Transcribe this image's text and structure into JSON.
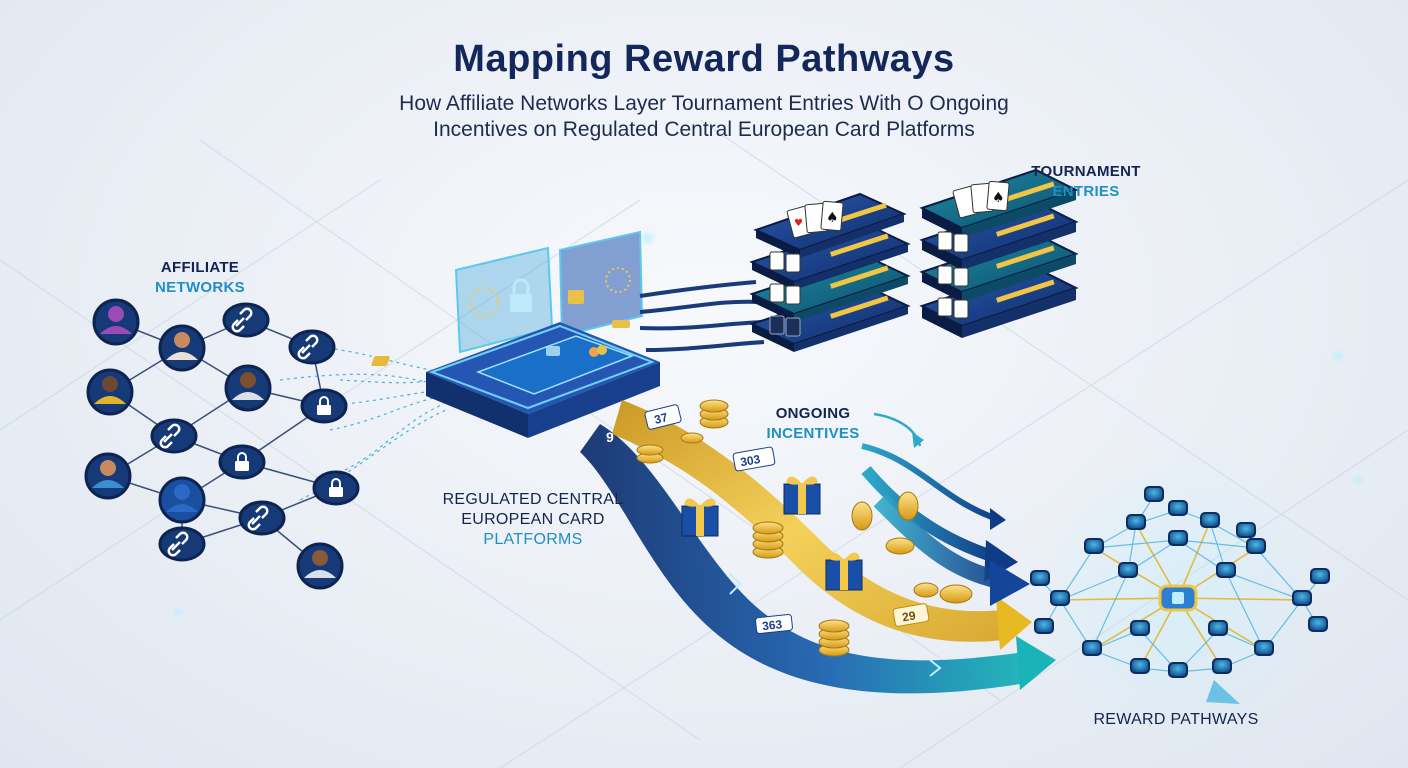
{
  "title": "Mapping Reward Pathways",
  "subtitle_line1": "How Affiliate Networks Layer Tournament Entries With O Ongoing",
  "subtitle_line2": "Incentives on Regulated Central European Card Platforms",
  "labels": {
    "affiliate_line1": "AFFILIATE",
    "affiliate_line2": "NETWORKS",
    "tournament_line1": "TOURNAMENT",
    "tournament_line2": "ENTRIES",
    "ongoing_line1": "ONGOING",
    "ongoing_line2": "INCENTIVES",
    "platform_line1": "REGULATED CENTRAL",
    "platform_line2": "EUROPEAN CARD",
    "platform_line3": "PLATFORMS",
    "reward": "REWARD PATHWAYS"
  },
  "ribbon_badges": {
    "badge1": "37",
    "badge2": "303",
    "badge3": "9",
    "badge4": "363",
    "badge5": "29"
  },
  "icons": {
    "affiliate_nodes": [
      "person-icon",
      "link-icon",
      "lock-icon"
    ],
    "platform": "credit-card-icon",
    "tournament": "playing-cards-icon",
    "incentives": [
      "coin-stack-icon",
      "gift-box-icon"
    ],
    "reward_hub": "network-hub-icon"
  },
  "colors": {
    "navy": "#14275a",
    "teal": "#1f8fc4",
    "gold": "#e7b923",
    "card_blue": "#1b3f8c",
    "card_teal": "#167a8f"
  }
}
